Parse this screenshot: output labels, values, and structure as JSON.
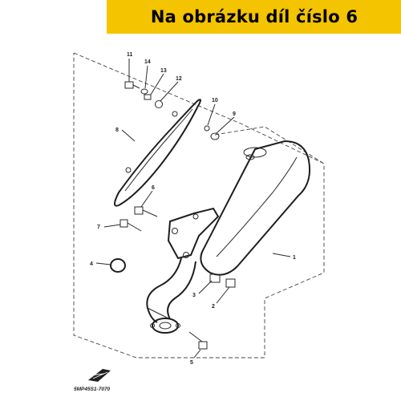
{
  "banner": {
    "text": "Na obrázku díl číslo 6",
    "color": "#f5c400"
  },
  "callouts": [
    "1",
    "2",
    "3",
    "4",
    "5",
    "6",
    "7",
    "8",
    "9",
    "10",
    "11",
    "12",
    "13",
    "14"
  ],
  "drawing_code": "5MP45S1-7070"
}
